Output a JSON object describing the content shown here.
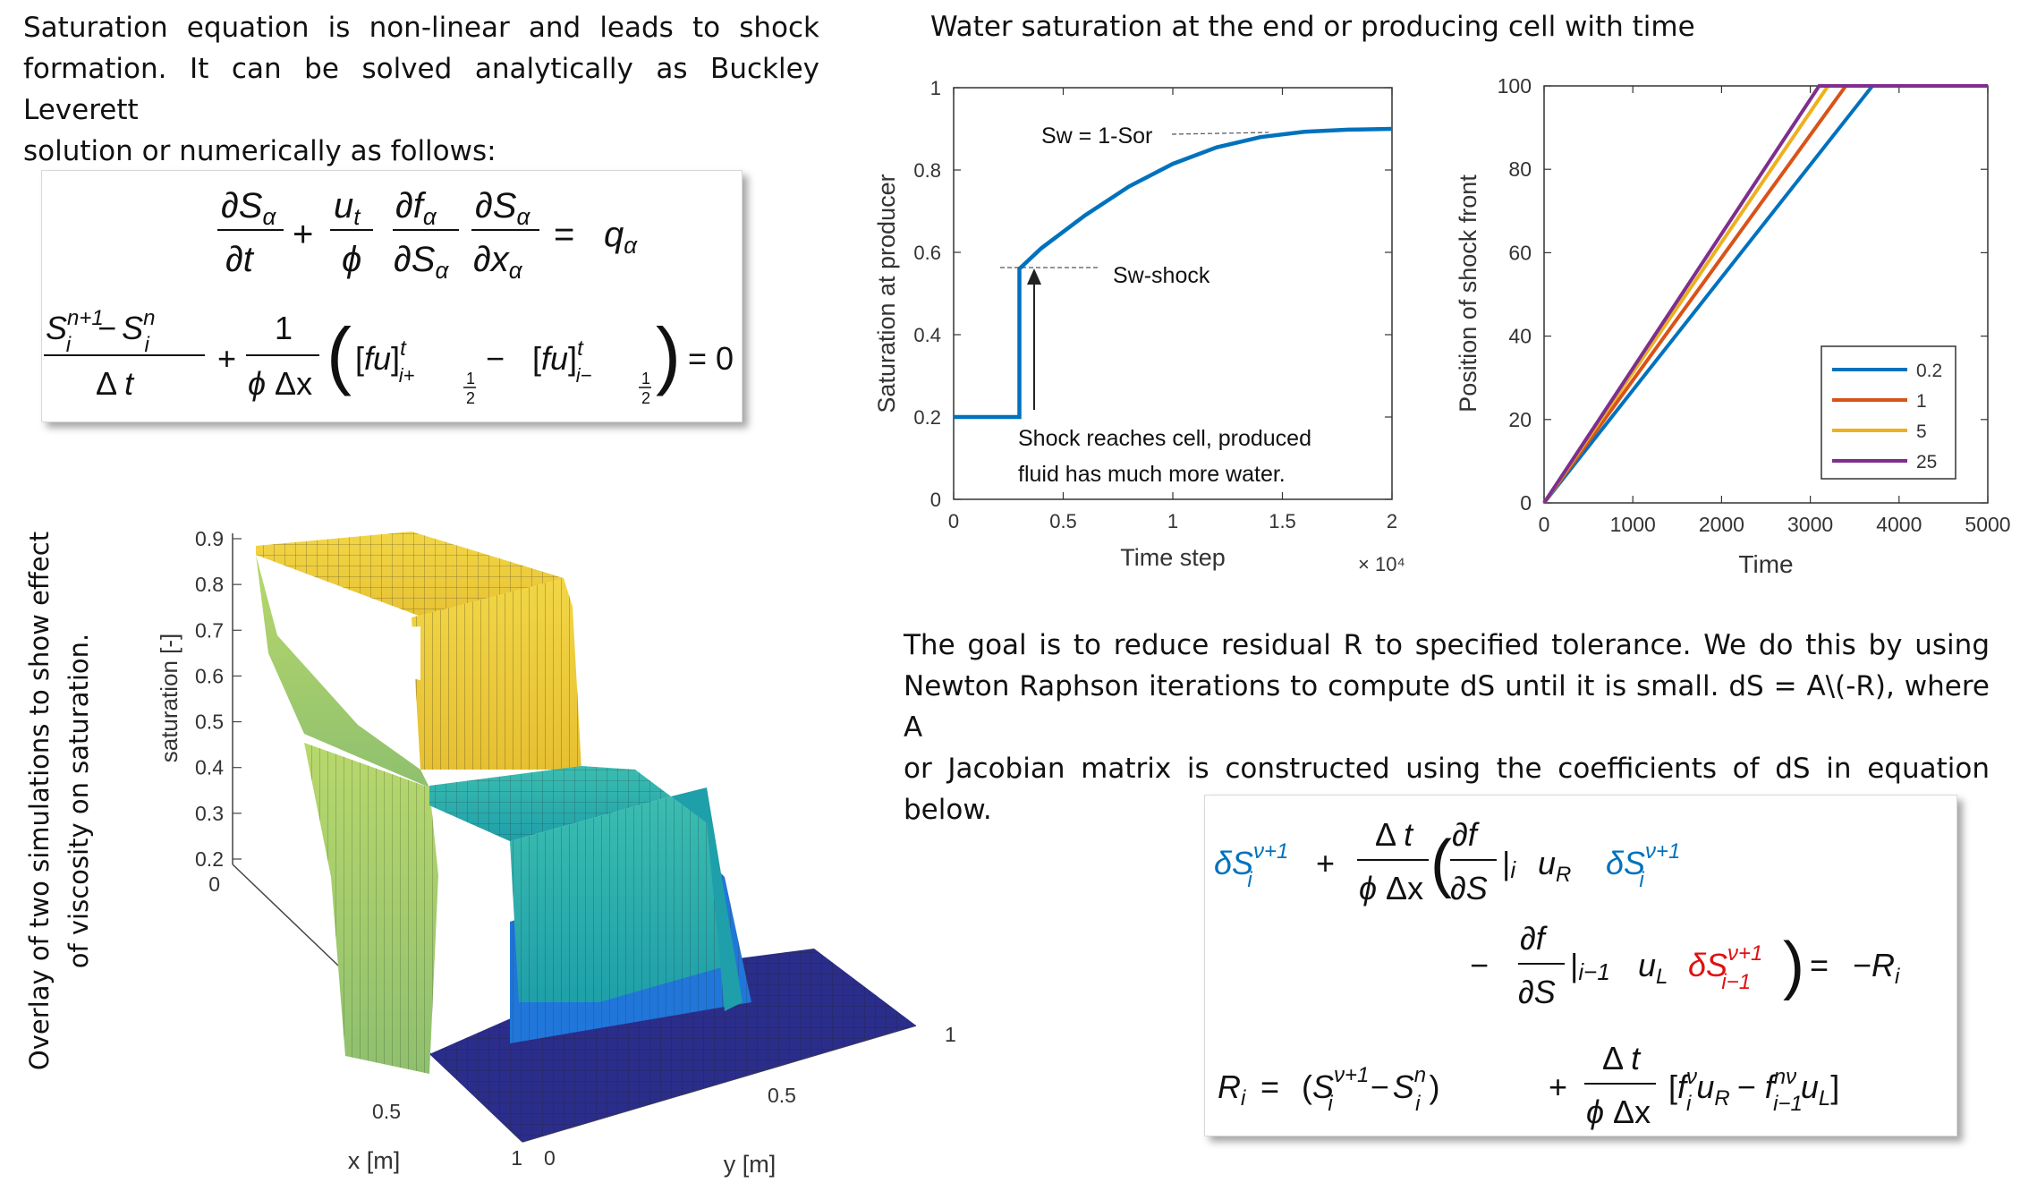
{
  "intro": {
    "line1": "Saturation equation is non-linear and leads to shock",
    "line2": "formation. It can be solved analytically as Buckley Leverett",
    "line3": "solution or numerically as follows:"
  },
  "chart_title": "Water saturation at the end or producing cell with time",
  "goal": {
    "line1": "The goal is to reduce residual R to specified tolerance. We do this by using",
    "line2": "Newton Raphson iterations to compute dS until it is small. dS = A\\(-R), where A",
    "line3": "or Jacobian matrix is constructed using the coefficients of dS in equation below."
  },
  "overlay_caption": {
    "line1": "Overlay of two simulations to show effect",
    "line2": "of viscosity on saturation."
  },
  "colors": {
    "blue": "#0072BD",
    "orange": "#D95319",
    "yellow": "#EDB120",
    "purple": "#7E2F8E",
    "red": "#e01010"
  },
  "chart_data": [
    {
      "type": "line",
      "xlabel": "Time step",
      "ylabel": "Saturation at producer",
      "x_multiplier": "× 10⁴",
      "xlim": [
        0,
        2
      ],
      "ylim": [
        0,
        1
      ],
      "xticks": [
        "0",
        "0.5",
        "1",
        "1.5",
        "2"
      ],
      "yticks": [
        "0",
        "0.2",
        "0.4",
        "0.6",
        "0.8",
        "1"
      ],
      "series": [
        {
          "x": [
            0,
            0.3,
            0.3,
            0.4,
            0.6,
            0.8,
            1.0,
            1.2,
            1.4,
            1.6,
            1.8,
            2.0
          ],
          "y": [
            0.2,
            0.2,
            0.56,
            0.61,
            0.69,
            0.76,
            0.815,
            0.855,
            0.88,
            0.893,
            0.898,
            0.9
          ]
        }
      ],
      "annotations": {
        "sor": "Sw = 1-Sor",
        "shock": "Sw-shock",
        "reach1": "Shock reaches cell, produced",
        "reach2": "fluid has much more water."
      }
    },
    {
      "type": "line",
      "xlabel": "Time",
      "ylabel": "Position of shock front",
      "xlim": [
        0,
        5000
      ],
      "ylim": [
        0,
        100
      ],
      "xticks": [
        "0",
        "1000",
        "2000",
        "3000",
        "4000",
        "5000"
      ],
      "yticks": [
        "0",
        "20",
        "40",
        "60",
        "80",
        "100"
      ],
      "series": [
        {
          "name": "0.2",
          "x": [
            0,
            3700,
            5000
          ],
          "y": [
            0,
            100,
            100
          ]
        },
        {
          "name": "1",
          "x": [
            0,
            3400,
            5000
          ],
          "y": [
            0,
            100,
            100
          ]
        },
        {
          "name": "5",
          "x": [
            0,
            3200,
            5000
          ],
          "y": [
            0,
            100,
            100
          ]
        },
        {
          "name": "25",
          "x": [
            0,
            3100,
            5000
          ],
          "y": [
            0,
            100,
            100
          ]
        }
      ]
    },
    {
      "type": "surface",
      "xlabel": "x [m]",
      "ylabel": "y [m]",
      "zlabel": "saturation [-]",
      "zticks": [
        "0.2",
        "0.3",
        "0.4",
        "0.5",
        "0.6",
        "0.7",
        "0.8",
        "0.9"
      ],
      "xticks": [
        "0",
        "0.5",
        "1"
      ],
      "yticks": [
        "0",
        "0.5",
        "1"
      ]
    }
  ]
}
